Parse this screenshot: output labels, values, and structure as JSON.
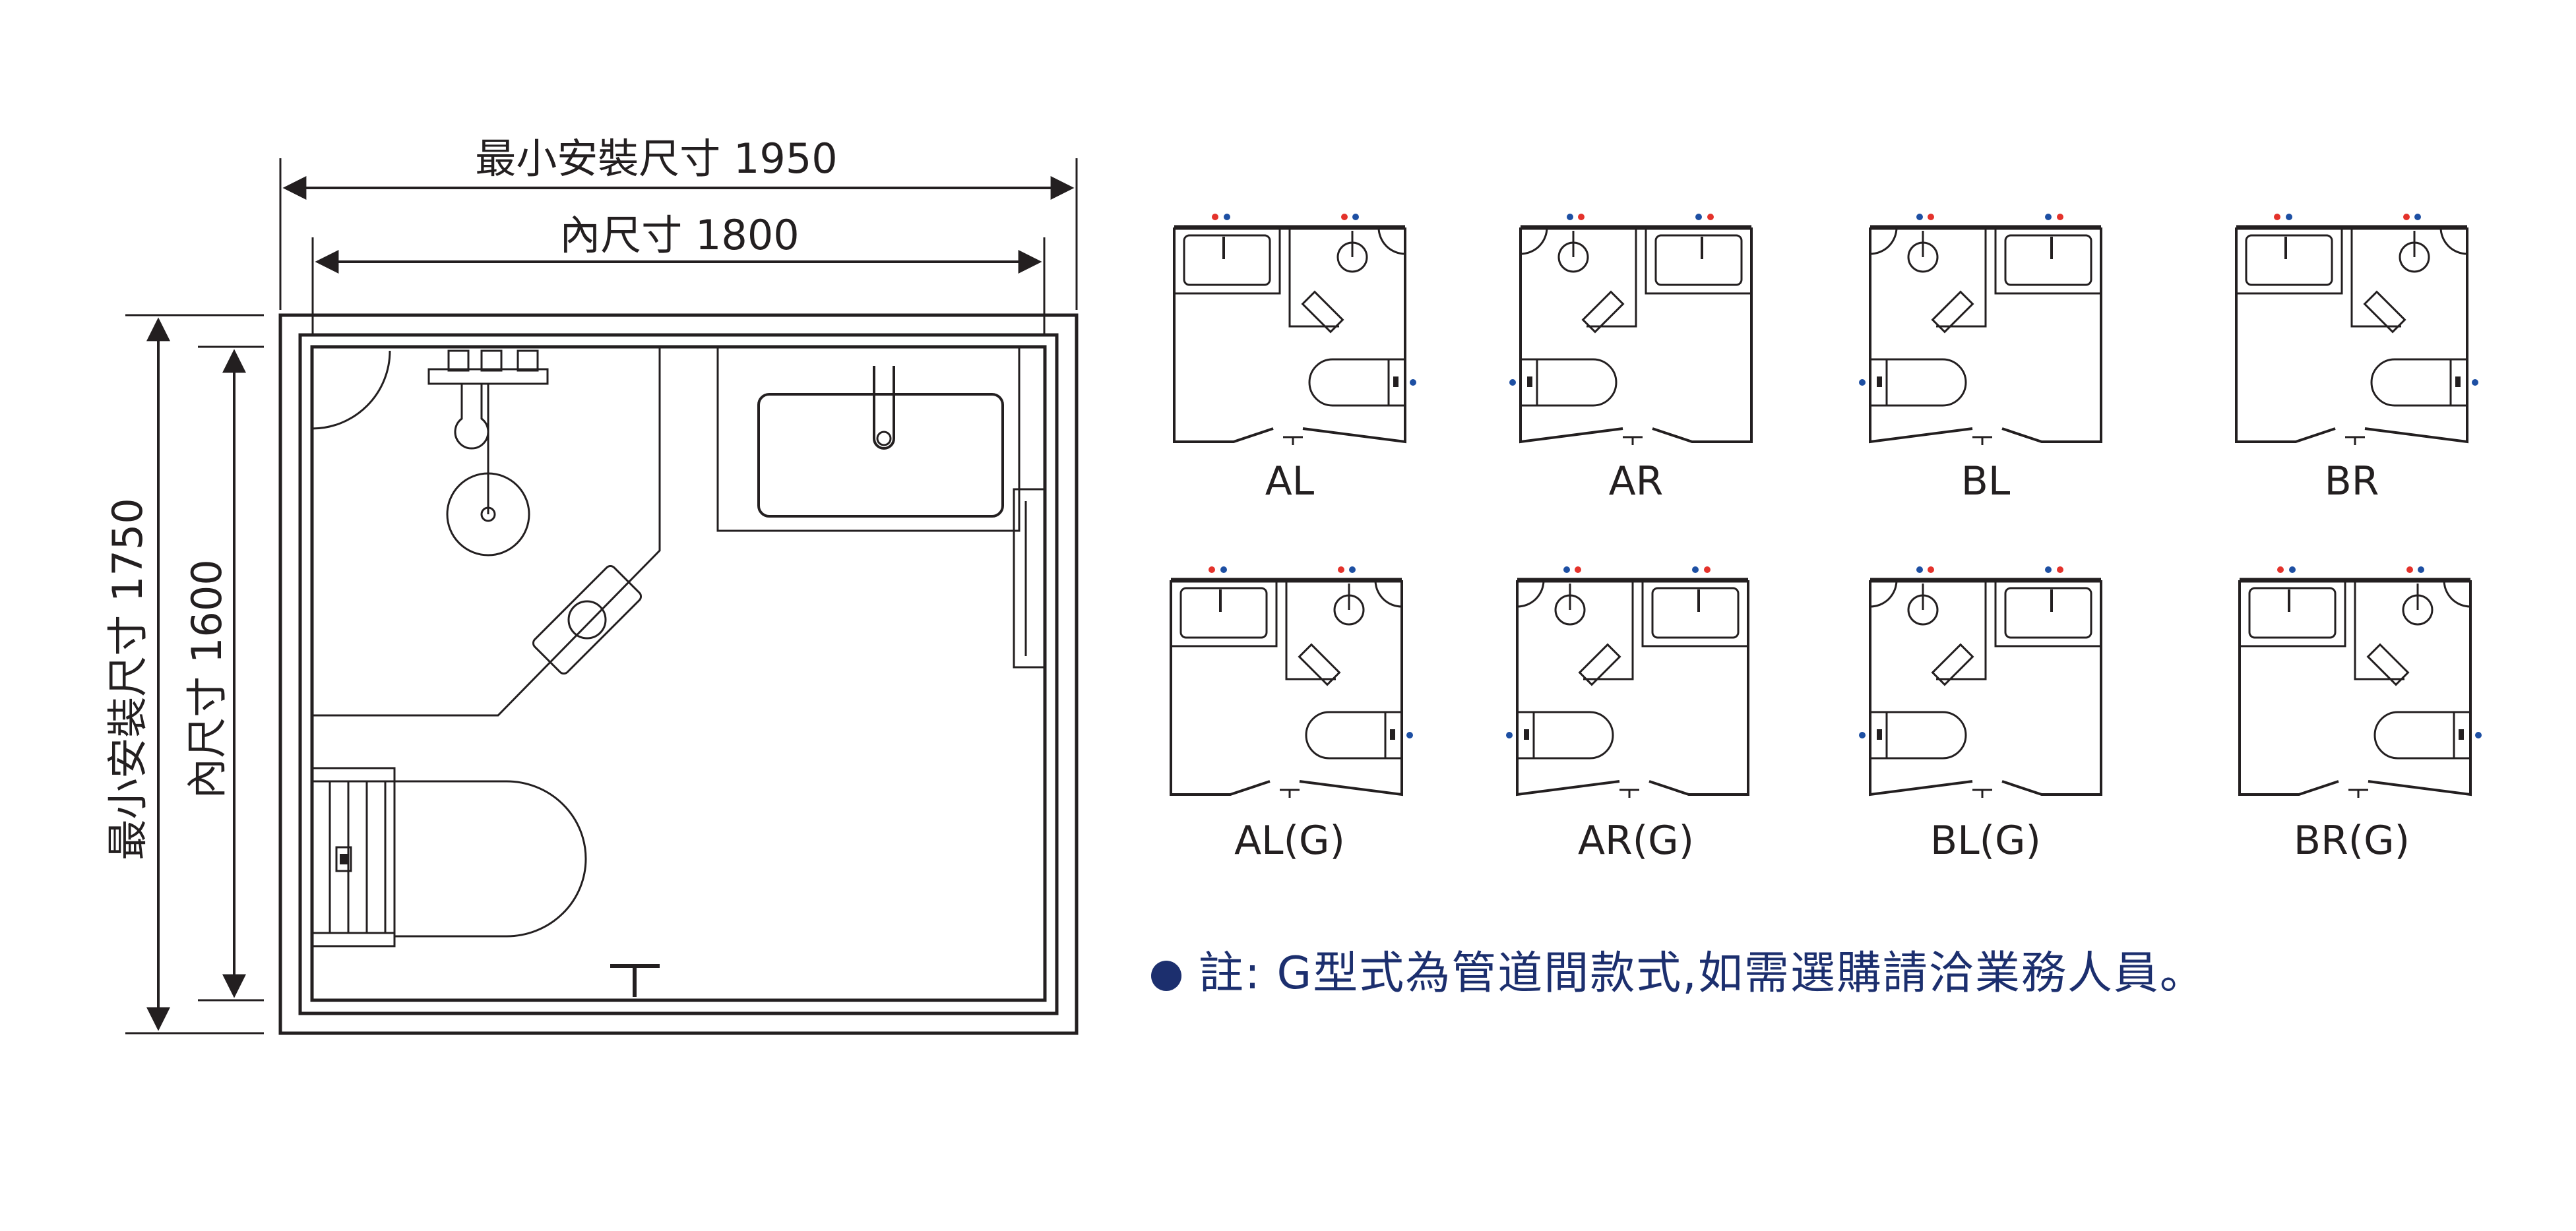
{
  "dimensions": {
    "outer_width": "最小安裝尺寸 1950",
    "inner_width": "內尺寸 1800",
    "outer_height": "最小安裝尺寸 1750",
    "inner_height": "內尺寸 1600"
  },
  "layouts": [
    {
      "label": "AL"
    },
    {
      "label": "AR"
    },
    {
      "label": "BL"
    },
    {
      "label": "BR"
    },
    {
      "label": "AL(G)"
    },
    {
      "label": "AR(G)"
    },
    {
      "label": "BL(G)"
    },
    {
      "label": "BR(G)"
    }
  ],
  "note": "註: G型式為管道間款式,如需選購請洽業務人員。",
  "colors": {
    "line": "#231f20",
    "note": "#1c2f6e",
    "hot": "#e4322b",
    "cold": "#1d4fa3"
  }
}
